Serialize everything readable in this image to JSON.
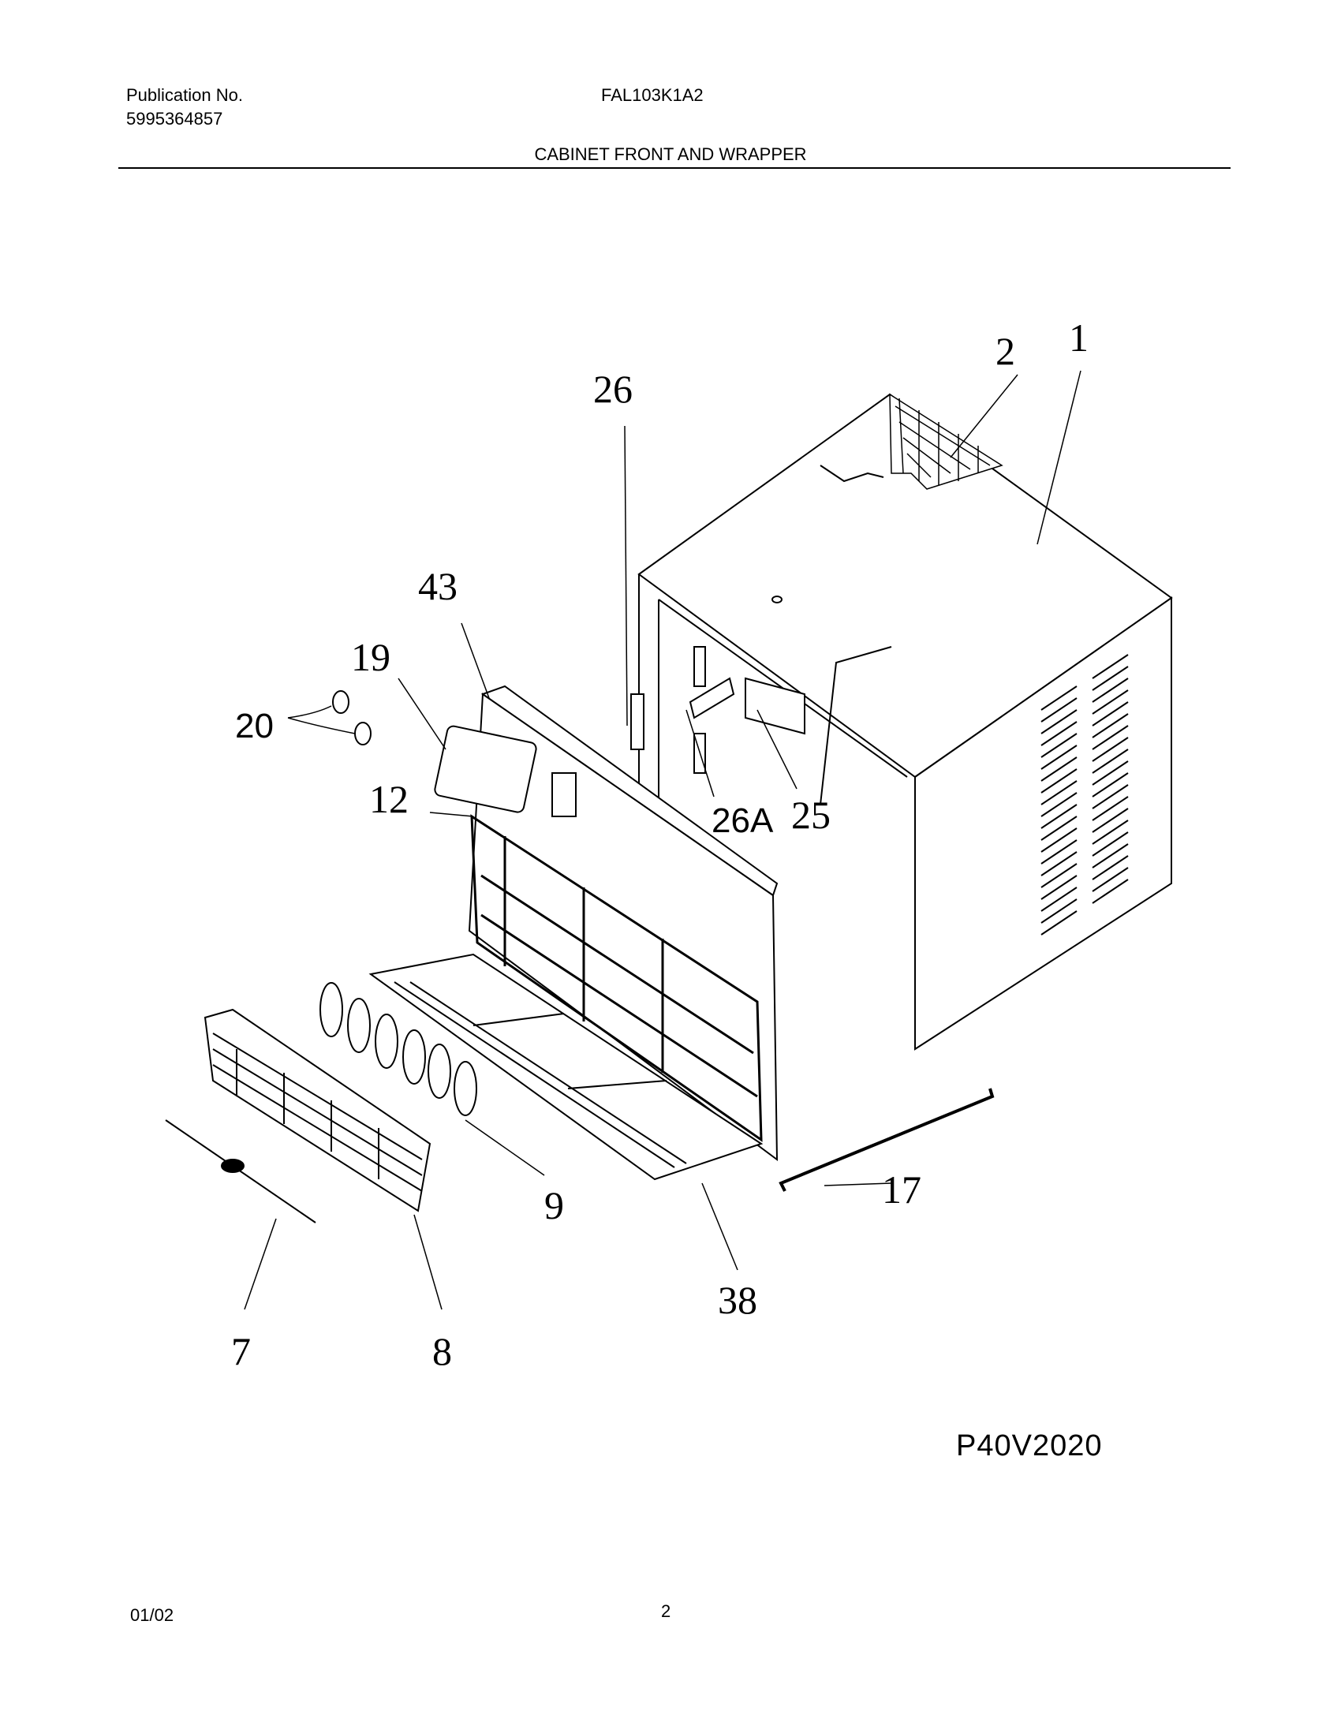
{
  "header": {
    "publication_label": "Publication No.",
    "publication_number": "5995364857",
    "model": "FAL103K1A2",
    "section_title": "CABINET FRONT AND WRAPPER"
  },
  "callouts": {
    "c1": "1",
    "c2": "2",
    "c7": "7",
    "c8": "8",
    "c9": "9",
    "c12": "12",
    "c17": "17",
    "c19": "19",
    "c20": "20",
    "c25": "25",
    "c26": "26",
    "c26a": "26A",
    "c38": "38",
    "c43": "43"
  },
  "drawing_code": "P40V2020",
  "footer": {
    "date": "01/02",
    "page": "2"
  }
}
